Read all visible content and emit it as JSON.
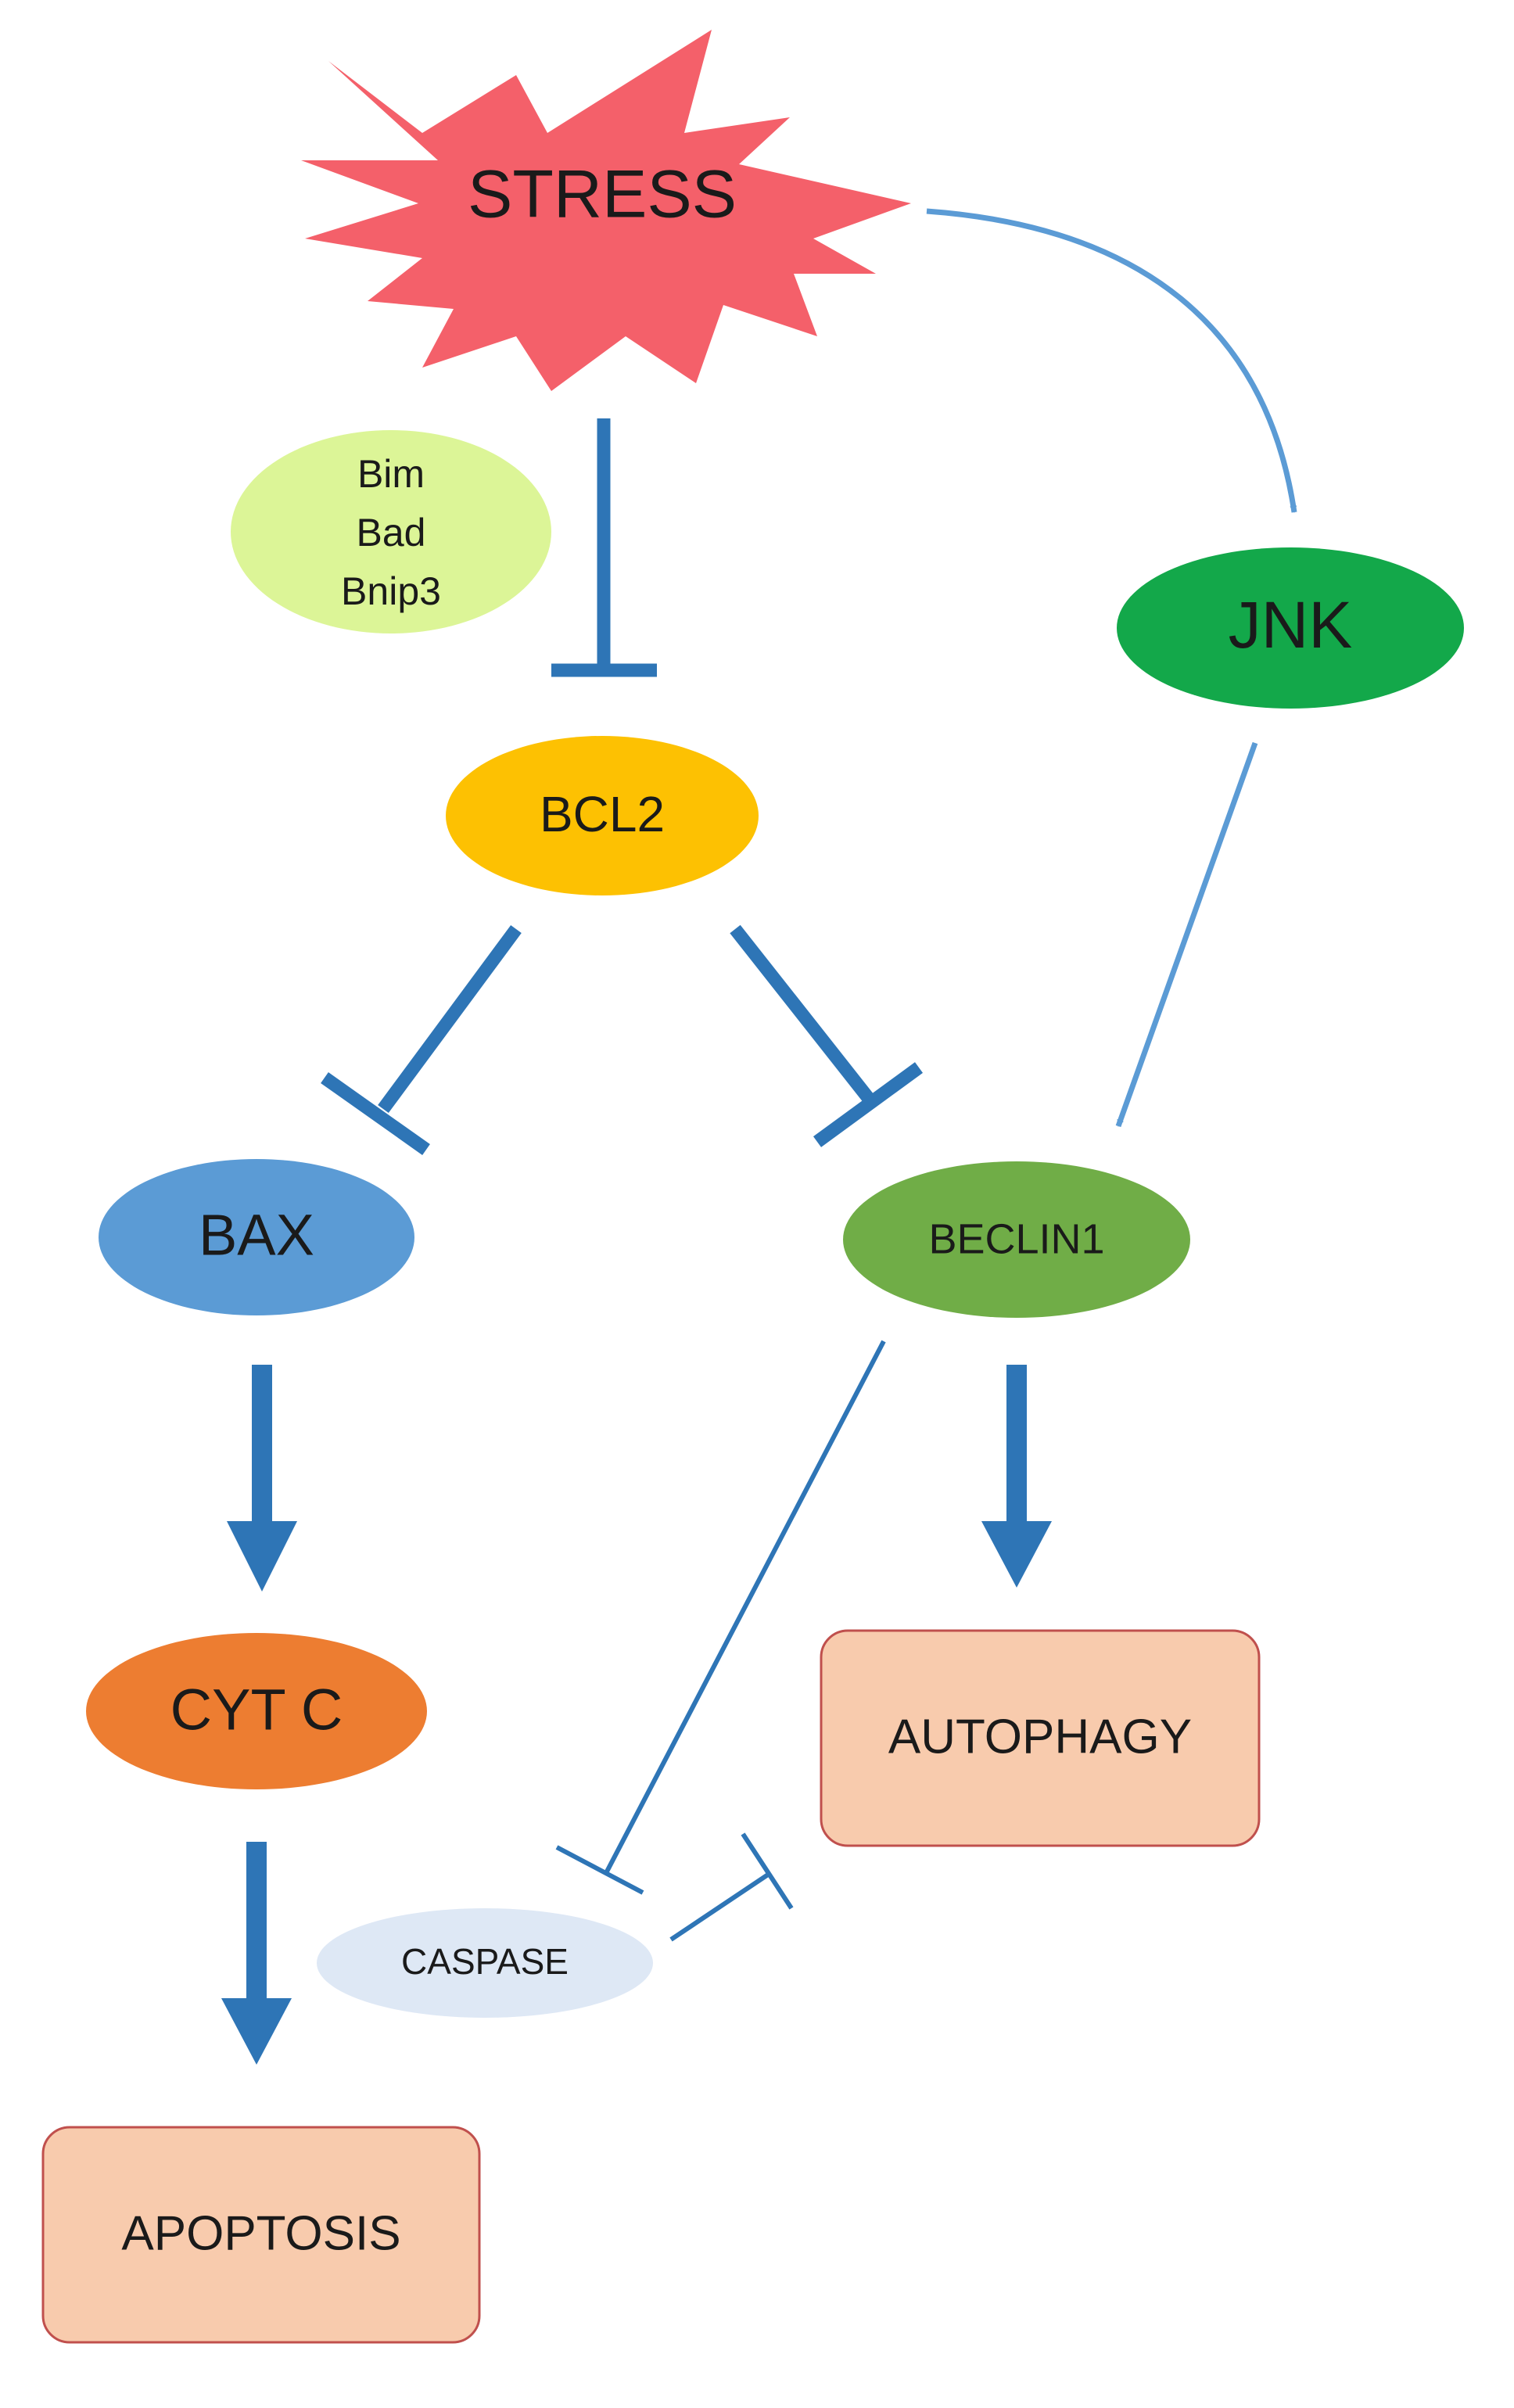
{
  "nodes": {
    "stress": {
      "label": "STRESS",
      "color": "#f4606a"
    },
    "bh3": {
      "lines": [
        "Bim",
        "Bad",
        "Bnip3"
      ],
      "color": "#dcf597"
    },
    "jnk": {
      "label": "JNK",
      "color": "#13a84a"
    },
    "bcl2": {
      "label": "BCL2",
      "color": "#fdc102"
    },
    "bax": {
      "label": "BAX",
      "color": "#5b9bd5"
    },
    "beclin1": {
      "label": "BECLIN1",
      "color": "#70ad47"
    },
    "cytc": {
      "label": "CYT C",
      "color": "#ed7d31"
    },
    "autophagy": {
      "label": "AUTOPHAGY",
      "color": "#f8cbad"
    },
    "caspase": {
      "label": "CASPASE",
      "color": "#dee8f5"
    },
    "apoptosis": {
      "label": "APOPTOSIS",
      "color": "#f8cbad"
    }
  },
  "edge_color": "#2e75b6",
  "edge_light_color": "#5b9bd5",
  "box_border_color": "#c0504d"
}
